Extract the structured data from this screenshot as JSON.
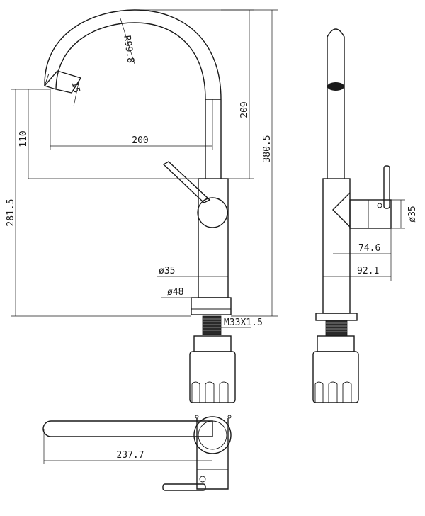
{
  "drawing": {
    "dims": {
      "height_total": "380.5",
      "spout_height": "209",
      "spout_drop": "110",
      "base_height": "281.5",
      "reach": "200",
      "radius": "R99.8",
      "nozzle_angle": "15",
      "body_diameter": "ø35",
      "base_diameter": "ø48",
      "thread": "M33X1.5",
      "side_diameter": "ø35",
      "handle_74": "74.6",
      "handle_92": "92.1",
      "top_length": "237.7"
    }
  }
}
